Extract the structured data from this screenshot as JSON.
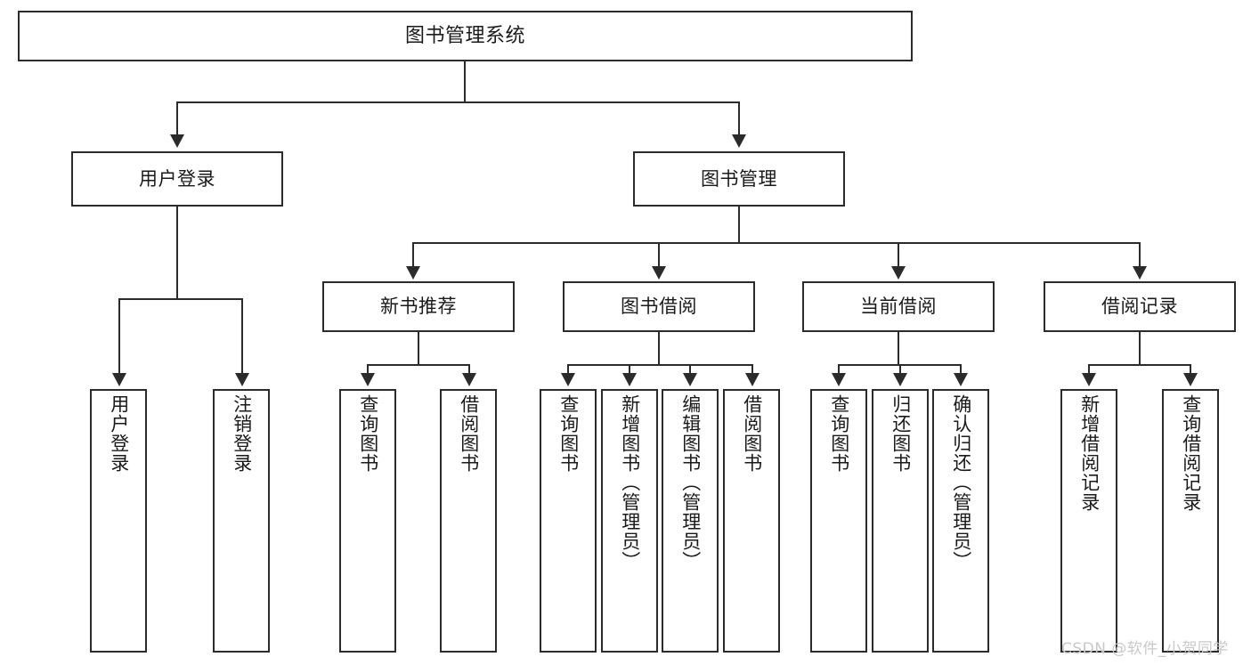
{
  "diagram": {
    "title": "图书管理系统",
    "root": {
      "label": "图书管理系统"
    },
    "level2": [
      {
        "label": "用户登录"
      },
      {
        "label": "图书管理"
      }
    ],
    "level3": [
      {
        "label": "新书推荐"
      },
      {
        "label": "图书借阅"
      },
      {
        "label": "当前借阅"
      },
      {
        "label": "借阅记录"
      }
    ],
    "leaves": {
      "user_login": [
        {
          "label": "用户登录"
        },
        {
          "label": "注销登录"
        }
      ],
      "new_book_recommend": [
        {
          "label": "查询图书"
        },
        {
          "label": "借阅图书"
        }
      ],
      "book_borrow": [
        {
          "label": "查询图书"
        },
        {
          "label": "新增图书（管理员）"
        },
        {
          "label": "编辑图书（管理员）"
        },
        {
          "label": "借阅图书"
        }
      ],
      "current_borrow": [
        {
          "label": "查询图书"
        },
        {
          "label": "归还图书"
        },
        {
          "label": "确认归还（管理员）"
        }
      ],
      "borrow_records": [
        {
          "label": "新增借阅记录"
        },
        {
          "label": "查询借阅记录"
        }
      ]
    }
  },
  "watermark": {
    "text": "CSDN @软件_小贺同学"
  },
  "colors": {
    "stroke": "#2b2b2b",
    "background": "#ffffff",
    "text": "#1a1a1a",
    "watermark": "#c9c9c9"
  }
}
